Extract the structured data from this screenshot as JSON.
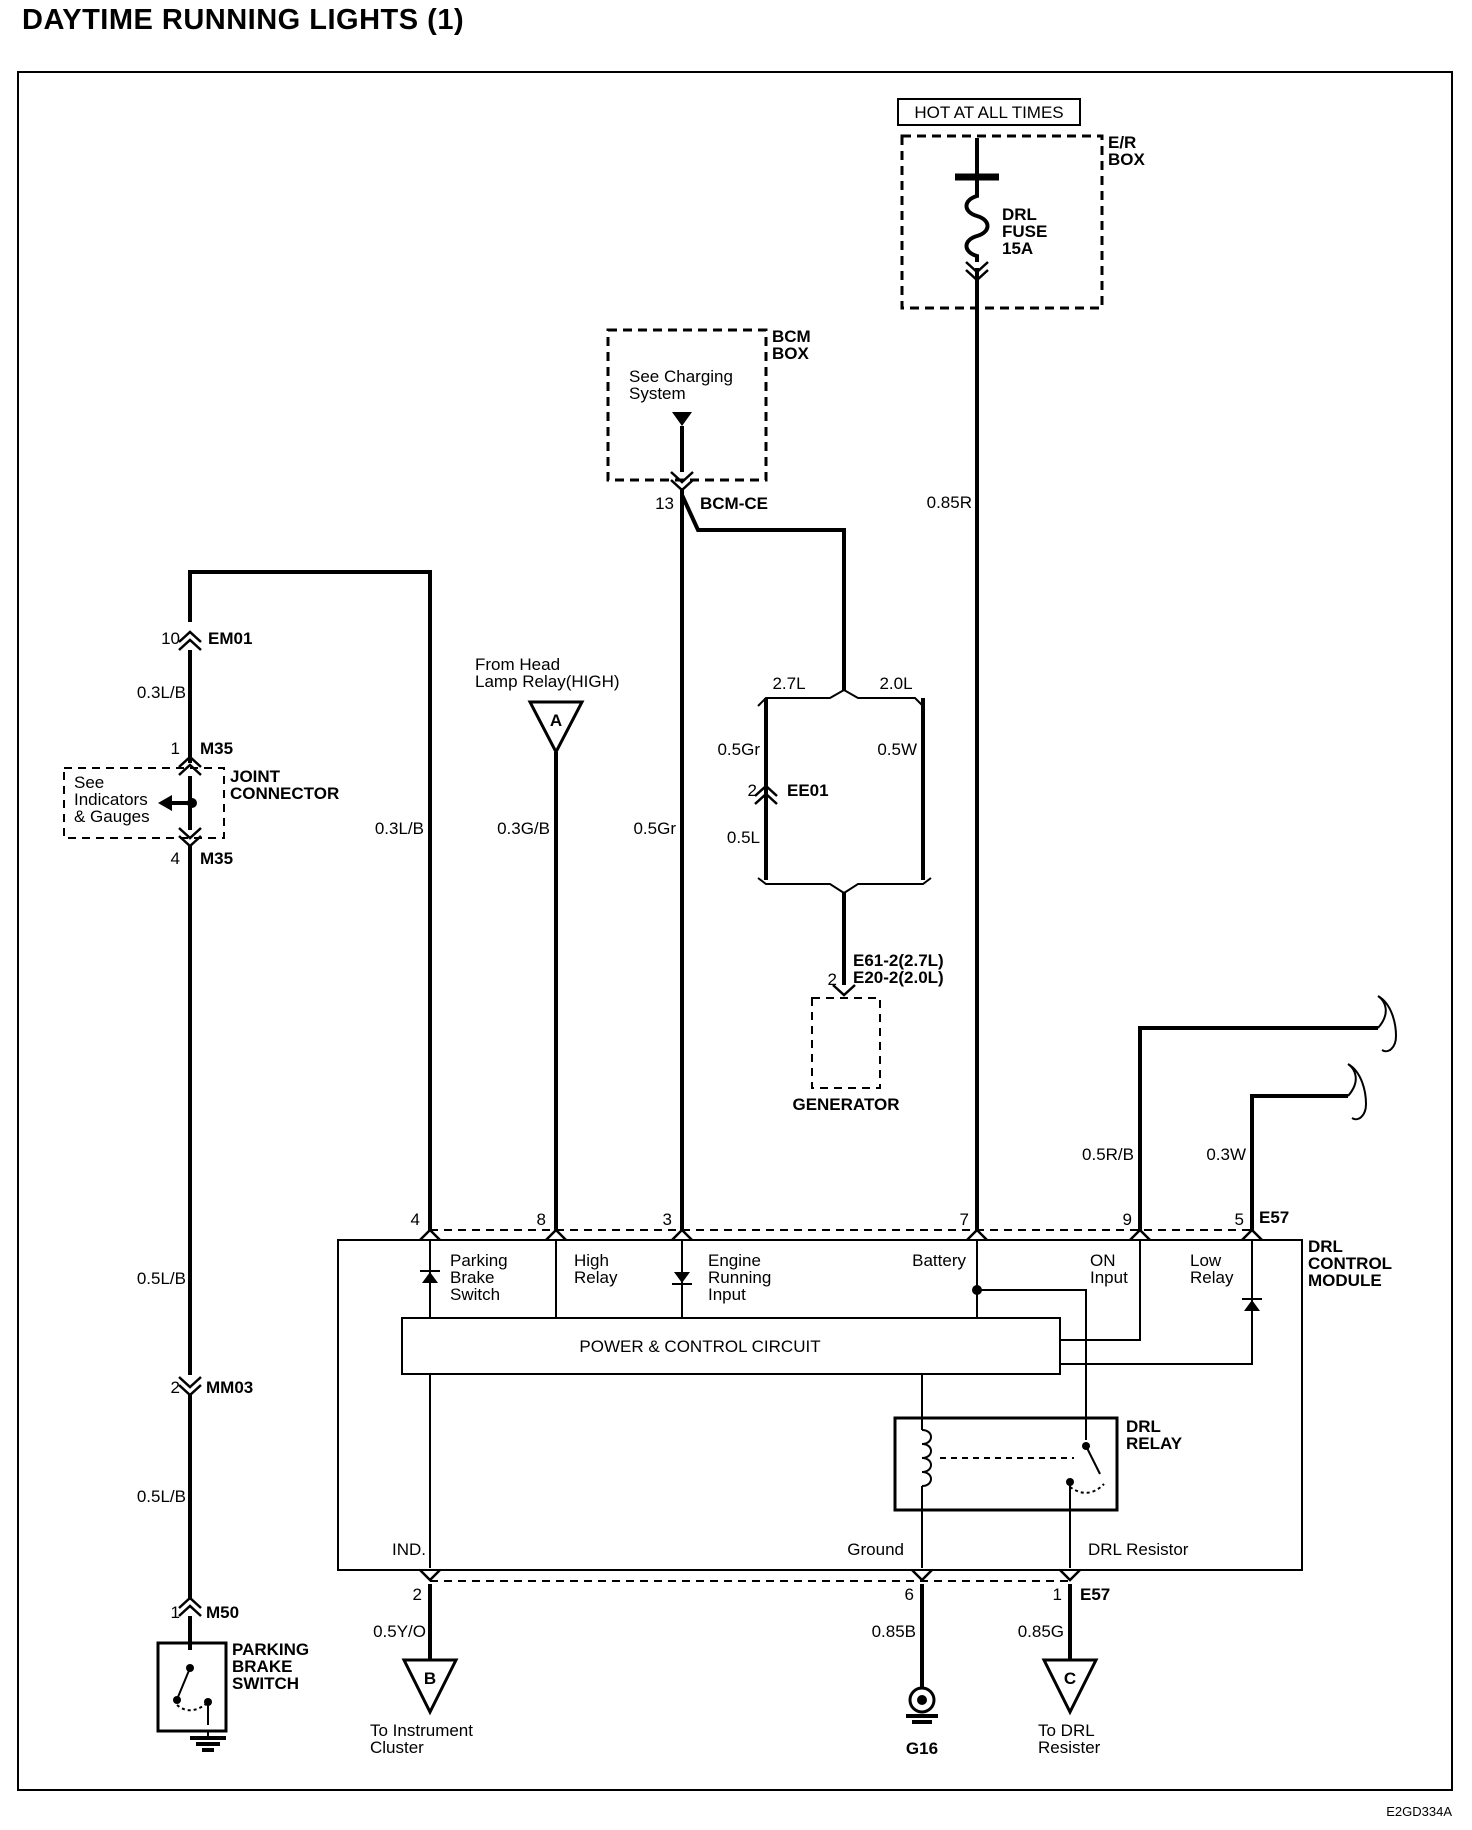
{
  "title": "DAYTIME RUNNING LIGHTS (1)",
  "figure_code": "E2GD334A",
  "power": {
    "hot_label": "HOT AT ALL TIMES",
    "er_box": "E/R\nBOX",
    "fuse": "DRL\nFUSE\n15A",
    "wire": "0.85R"
  },
  "bcm": {
    "box_label": "BCM\nBOX",
    "note": "See Charging\nSystem",
    "pin": "13",
    "connector": "BCM-CE"
  },
  "generator": {
    "wire_27": "2.7L",
    "wire_20": "2.0L",
    "wire_05gr_upper": "0.5Gr",
    "ee01_pin": "2",
    "ee01": "EE01",
    "wire_05l": "0.5L",
    "wire_05w": "0.5W",
    "pin": "2",
    "connector": "E61-2(2.7L)\nE20-2(2.0L)",
    "label": "GENERATOR"
  },
  "left_circuit": {
    "em01_pin": "10",
    "em01": "EM01",
    "wire_03lb_top": "0.3L/B",
    "m35_top_pin": "1",
    "m35_top": "M35",
    "joint_note": "See\nIndicators\n& Gauges",
    "joint_label": "JOINT\nCONNECTOR",
    "m35_bottom_pin": "4",
    "m35_bottom": "M35",
    "wire_03lb_right": "0.3L/B",
    "wire_05lb_upper": "0.5L/B",
    "mm03_pin": "2",
    "mm03": "MM03",
    "wire_05lb_lower": "0.5L/B",
    "m50_pin": "1",
    "m50": "M50",
    "switch_label": "PARKING\nBRAKE\nSWITCH"
  },
  "head_lamp": {
    "note": "From Head\nLamp Relay(HIGH)",
    "connector": "A",
    "wire": "0.3G/B"
  },
  "engine_wire": "0.5Gr",
  "right_wires": {
    "wire_on": "0.5R/B",
    "wire_low": "0.3W"
  },
  "module": {
    "label": "DRL\nCONTROL\nMODULE",
    "connector": "E57",
    "bottom_connector": "E57",
    "circuit": "POWER & CONTROL CIRCUIT",
    "relay": "DRL\nRELAY",
    "top_pins": [
      {
        "pin": "4",
        "label": "Parking\nBrake\nSwitch"
      },
      {
        "pin": "8",
        "label": "High\nRelay"
      },
      {
        "pin": "3",
        "label": "Engine\nRunning\nInput"
      },
      {
        "pin": "7",
        "label": "Battery"
      },
      {
        "pin": "9",
        "label": "ON\nInput"
      },
      {
        "pin": "5",
        "label": "Low\nRelay"
      }
    ],
    "bottom_pins": [
      {
        "pin": "2",
        "label": "IND."
      },
      {
        "pin": "6",
        "label": "Ground"
      },
      {
        "pin": "1",
        "label": "DRL Resistor"
      }
    ]
  },
  "outputs": {
    "wire_b": "0.5Y/O",
    "connector_b": "B",
    "note_b": "To Instrument\nCluster",
    "wire_ground": "0.85B",
    "ground": "G16",
    "wire_c": "0.85G",
    "connector_c": "C",
    "note_c": "To DRL\nResister"
  }
}
